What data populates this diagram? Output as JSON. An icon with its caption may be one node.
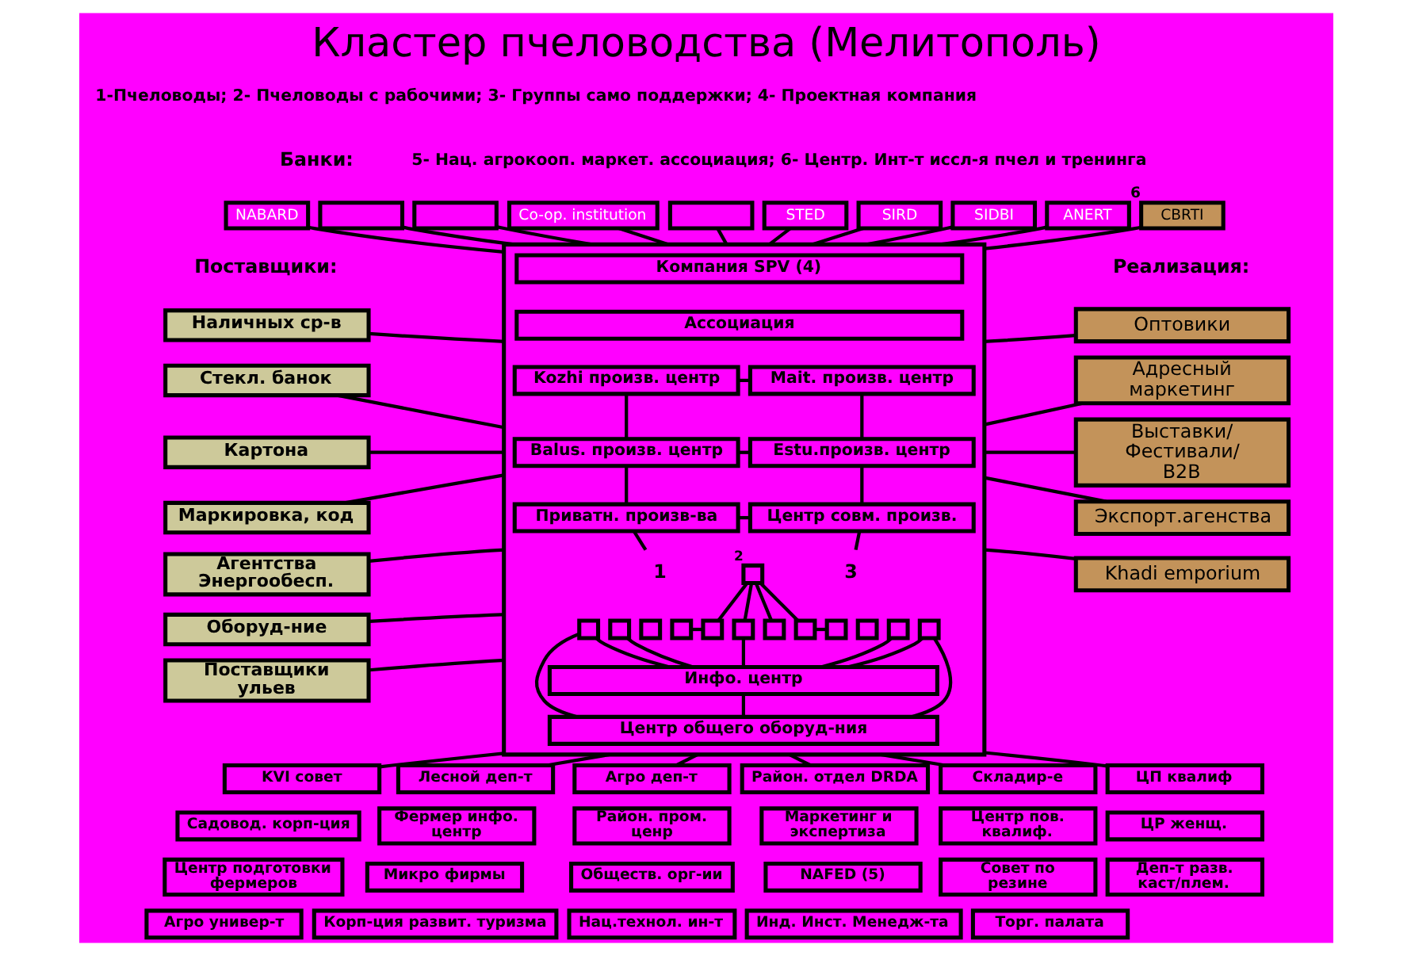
{
  "diagram": {
    "title": "Кластер пчеловодства (Мелитополь)",
    "nodes": [
      {
        "text": [
          "NABARD"
        ]
      },
      {
        "text": [],
        "shape": "box"
      },
      {
        "text": [],
        "shape": "box"
      },
      {
        "text": [
          "Co-op. institution"
        ]
      },
      {
        "text": [],
        "shape": "box"
      },
      {
        "text": [
          "STED"
        ]
      },
      {
        "text": [
          "SIRD"
        ]
      },
      {
        "text": [
          "SIDBI"
        ]
      },
      {
        "text": [
          "ANERT"
        ]
      },
      {
        "text": [
          "CBRTI"
        ],
        "beside": [
          "6"
        ]
      },
      {
        "text": [],
        "shape": "box"
      },
      {
        "text": [
          "Компания SPV (4)"
        ],
        "in": 10
      },
      {
        "text": [
          "Ассоциация"
        ],
        "in": 10
      },
      {
        "text": [
          "Kozhi произв. центр"
        ],
        "in": 10
      },
      {
        "text": [
          "Mait. произв. центр"
        ],
        "in": 10
      },
      {
        "text": [
          "Balus. произв. центр"
        ],
        "in": 10
      },
      {
        "text": [
          "Estu.произв. центр"
        ],
        "in": 10
      },
      {
        "text": [
          "Приватн. произв-ва"
        ],
        "in": 10
      },
      {
        "text": [
          "Центр совм. произв."
        ],
        "in": 10
      },
      {
        "text": [
          "1"
        ],
        "in": 10
      },
      {
        "text": [],
        "shape": "box",
        "beside": [
          "2"
        ],
        "in": 10
      },
      {
        "text": [
          "3"
        ],
        "in": 10
      },
      {
        "text": [],
        "shape": "box",
        "in": 10
      },
      {
        "text": [],
        "shape": "box",
        "in": 10
      },
      {
        "text": [],
        "shape": "box",
        "in": 10
      },
      {
        "text": [],
        "shape": "box",
        "in": 10
      },
      {
        "text": [],
        "shape": "box",
        "in": 10
      },
      {
        "text": [],
        "shape": "box",
        "in": 10
      },
      {
        "text": [],
        "shape": "box",
        "in": 10
      },
      {
        "text": [],
        "shape": "box",
        "in": 10
      },
      {
        "text": [],
        "shape": "box",
        "in": 10
      },
      {
        "text": [],
        "shape": "box",
        "in": 10
      },
      {
        "text": [],
        "shape": "box",
        "in": 10
      },
      {
        "text": [],
        "shape": "box",
        "in": 10
      },
      {
        "text": [
          "Инфо. центр"
        ],
        "in": 10
      },
      {
        "text": [
          "Центр общего оборуд-ния"
        ],
        "in": 10
      },
      {
        "text": [
          "Наличных ср-в"
        ]
      },
      {
        "text": [
          "Стекл. банок"
        ]
      },
      {
        "text": [
          "Картона"
        ]
      },
      {
        "text": [
          "Маркировка, код"
        ]
      },
      {
        "text": [
          "Агентства Энергообесп."
        ]
      },
      {
        "text": [
          "Оборуд-ние"
        ]
      },
      {
        "text": [
          "Поставщики ульев"
        ]
      },
      {
        "text": [
          "Оптовики"
        ]
      },
      {
        "text": [
          "Адресный маркетинг"
        ]
      },
      {
        "text": [
          "Выставки/ Фестивали/ B2B"
        ]
      },
      {
        "text": [
          "Экспорт.агенства"
        ]
      },
      {
        "text": [
          "Khadi emporium"
        ]
      },
      {
        "text": [
          "KVI совет"
        ]
      },
      {
        "text": [
          "Лесной деп-т"
        ]
      },
      {
        "text": [
          "Агро деп-т"
        ]
      },
      {
        "text": [
          "Район. отдел DRDA"
        ]
      },
      {
        "text": [
          "Складир-е"
        ]
      },
      {
        "text": [
          "ЦП квалиф"
        ]
      },
      {
        "text": [
          "Садовод. корп-ция"
        ]
      },
      {
        "text": [
          "Фермер инфо. центр"
        ]
      },
      {
        "text": [
          "Район. пром. ценр"
        ]
      },
      {
        "text": [
          "Маркетинг и экспертиза"
        ]
      },
      {
        "text": [
          "Центр пов. квалиф."
        ]
      },
      {
        "text": [
          "ЦР женщ."
        ]
      },
      {
        "text": [
          "Центр подготовки фермеров"
        ]
      },
      {
        "text": [
          "Микро фирмы"
        ]
      },
      {
        "text": [
          "Обществ. орг-ии"
        ]
      },
      {
        "text": [
          "NAFED (5)"
        ]
      },
      {
        "text": [
          "Совет по резине"
        ]
      },
      {
        "text": [
          "Деп-т разв. каст/плем."
        ]
      },
      {
        "text": [
          "Агро универ-т"
        ]
      },
      {
        "text": [
          "Корп-ция развит. туризма"
        ]
      },
      {
        "text": [
          "Нац.технол. ин-т"
        ]
      },
      {
        "text": [
          "Инд. Инст. Менедж-та"
        ]
      },
      {
        "text": [
          "Торг. палата"
        ]
      }
    ],
    "edges": [
      {
        "from": 0,
        "to": 10,
        "arrow": "none"
      },
      {
        "from": 1,
        "to": 10,
        "arrow": "none"
      },
      {
        "from": 2,
        "to": 10,
        "arrow": "none"
      },
      {
        "from": 3,
        "to": 10,
        "arrow": "none"
      },
      {
        "from": 4,
        "to": 10,
        "arrow": "none"
      },
      {
        "from": 5,
        "to": 10,
        "arrow": "none"
      },
      {
        "from": 6,
        "to": 10,
        "arrow": "none"
      },
      {
        "from": 7,
        "to": 10,
        "arrow": "none"
      },
      {
        "from": 8,
        "to": 10,
        "arrow": "none"
      },
      {
        "from": 9,
        "to": 10,
        "arrow": "none"
      },
      {
        "from": 36,
        "to": 10,
        "arrow": "none"
      },
      {
        "from": 37,
        "to": 10,
        "arrow": "none"
      },
      {
        "from": 38,
        "to": 10,
        "arrow": "none"
      },
      {
        "from": 39,
        "to": 10,
        "arrow": "none"
      },
      {
        "from": 40,
        "to": 10,
        "arrow": "none"
      },
      {
        "from": 41,
        "to": 10,
        "arrow": "none"
      },
      {
        "from": 42,
        "to": 10,
        "arrow": "none"
      },
      {
        "from": 10,
        "to": 43,
        "arrow": "none"
      },
      {
        "from": 10,
        "to": 44,
        "arrow": "none"
      },
      {
        "from": 10,
        "to": 45,
        "arrow": "none"
      },
      {
        "from": 10,
        "to": 46,
        "arrow": "none"
      },
      {
        "from": 10,
        "to": 47,
        "arrow": "none"
      },
      {
        "from": 10,
        "to": 48,
        "arrow": "none"
      },
      {
        "from": 10,
        "to": 49,
        "arrow": "none"
      },
      {
        "from": 10,
        "to": 50,
        "arrow": "none"
      },
      {
        "from": 10,
        "to": 51,
        "arrow": "none"
      },
      {
        "from": 10,
        "to": 52,
        "arrow": "none"
      },
      {
        "from": 10,
        "to": 53,
        "arrow": "none"
      },
      {
        "from": 13,
        "to": 14,
        "arrow": "none"
      },
      {
        "from": 13,
        "to": 15,
        "arrow": "none"
      },
      {
        "from": 14,
        "to": 16,
        "arrow": "none"
      },
      {
        "from": 15,
        "to": 16,
        "arrow": "none"
      },
      {
        "from": 15,
        "to": 17,
        "arrow": "none"
      },
      {
        "from": 16,
        "to": 18,
        "arrow": "none"
      },
      {
        "from": 17,
        "to": 18,
        "arrow": "none"
      },
      {
        "from": 17,
        "to": 19,
        "arrow": "none"
      },
      {
        "from": 18,
        "to": 21,
        "arrow": "none"
      },
      {
        "from": 20,
        "to": 26,
        "arrow": "none"
      },
      {
        "from": 20,
        "to": 27,
        "arrow": "none"
      },
      {
        "from": 20,
        "to": 28,
        "arrow": "none"
      },
      {
        "from": 20,
        "to": 29,
        "arrow": "none"
      },
      {
        "from": 25,
        "to": 26,
        "arrow": "none"
      },
      {
        "from": 29,
        "to": 30,
        "arrow": "none"
      },
      {
        "from": 22,
        "to": 34,
        "arrow": "none"
      },
      {
        "from": 23,
        "to": 34,
        "arrow": "none"
      },
      {
        "from": 27,
        "to": 34,
        "arrow": "none"
      },
      {
        "from": 32,
        "to": 34,
        "arrow": "none"
      },
      {
        "from": 33,
        "to": 34,
        "arrow": "none"
      },
      {
        "from": 22,
        "to": 35,
        "arrow": "none"
      },
      {
        "from": 33,
        "to": 35,
        "arrow": "none"
      },
      {
        "from": 34,
        "to": 35,
        "arrow": "none"
      }
    ],
    "labels": [
      "1-Пчеловоды; 2- Пчеловоды с рабочими; 3- Группы само поддержки; 4- Проектная компания",
      "5- Нац. агрокооп. маркет. ассоциация; 6- Центр. Инт-т иссл-я пчел и тренинга",
      "Банки:",
      "Поставщики:",
      "Реализация:"
    ]
  }
}
